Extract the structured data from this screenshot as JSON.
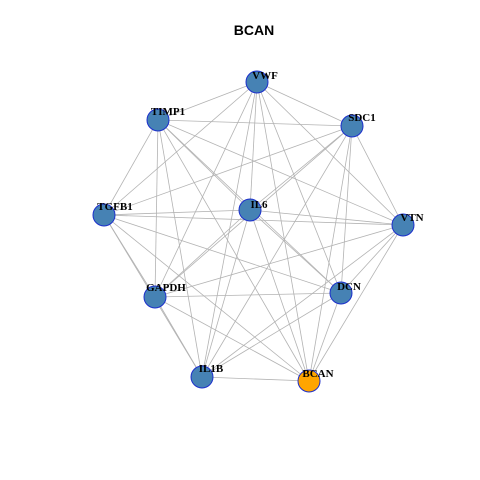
{
  "title": "BCAN",
  "colors": {
    "node_default": "#4682b4",
    "node_highlight": "#ffa500",
    "node_border": "#1c2fcc",
    "edge": "#b3b3b3"
  },
  "nodes": [
    {
      "id": "VWF",
      "label": "VWF",
      "highlight": false
    },
    {
      "id": "TIMP1",
      "label": "TIMP1",
      "highlight": false
    },
    {
      "id": "SDC1",
      "label": "SDC1",
      "highlight": false
    },
    {
      "id": "IL6",
      "label": "IL6",
      "highlight": false
    },
    {
      "id": "TGFB1",
      "label": "TGFB1",
      "highlight": false
    },
    {
      "id": "VTN",
      "label": "VTN",
      "highlight": false
    },
    {
      "id": "GAPDH",
      "label": "GAPDH",
      "highlight": false
    },
    {
      "id": "DCN",
      "label": "DCN",
      "highlight": false
    },
    {
      "id": "IL1B",
      "label": "IL1B",
      "highlight": false
    },
    {
      "id": "BCAN",
      "label": "BCAN",
      "highlight": true
    }
  ],
  "edges": [
    [
      "VWF",
      "TIMP1"
    ],
    [
      "VWF",
      "SDC1"
    ],
    [
      "VWF",
      "IL6"
    ],
    [
      "VWF",
      "TGFB1"
    ],
    [
      "VWF",
      "VTN"
    ],
    [
      "VWF",
      "GAPDH"
    ],
    [
      "VWF",
      "DCN"
    ],
    [
      "VWF",
      "IL1B"
    ],
    [
      "VWF",
      "BCAN"
    ],
    [
      "TIMP1",
      "SDC1"
    ],
    [
      "TIMP1",
      "IL6"
    ],
    [
      "TIMP1",
      "TGFB1"
    ],
    [
      "TIMP1",
      "VTN"
    ],
    [
      "TIMP1",
      "GAPDH"
    ],
    [
      "TIMP1",
      "DCN"
    ],
    [
      "TIMP1",
      "IL1B"
    ],
    [
      "TIMP1",
      "BCAN"
    ],
    [
      "SDC1",
      "IL6"
    ],
    [
      "SDC1",
      "TGFB1"
    ],
    [
      "SDC1",
      "VTN"
    ],
    [
      "SDC1",
      "GAPDH"
    ],
    [
      "SDC1",
      "DCN"
    ],
    [
      "SDC1",
      "IL1B"
    ],
    [
      "SDC1",
      "BCAN"
    ],
    [
      "IL6",
      "TGFB1"
    ],
    [
      "IL6",
      "VTN"
    ],
    [
      "IL6",
      "GAPDH"
    ],
    [
      "IL6",
      "DCN"
    ],
    [
      "IL6",
      "IL1B"
    ],
    [
      "IL6",
      "BCAN"
    ],
    [
      "TGFB1",
      "VTN"
    ],
    [
      "TGFB1",
      "GAPDH"
    ],
    [
      "TGFB1",
      "DCN"
    ],
    [
      "TGFB1",
      "IL1B"
    ],
    [
      "TGFB1",
      "BCAN"
    ],
    [
      "VTN",
      "GAPDH"
    ],
    [
      "VTN",
      "DCN"
    ],
    [
      "VTN",
      "IL1B"
    ],
    [
      "VTN",
      "BCAN"
    ],
    [
      "GAPDH",
      "DCN"
    ],
    [
      "GAPDH",
      "IL1B"
    ],
    [
      "GAPDH",
      "BCAN"
    ],
    [
      "DCN",
      "IL1B"
    ],
    [
      "DCN",
      "BCAN"
    ],
    [
      "IL1B",
      "BCAN"
    ]
  ]
}
